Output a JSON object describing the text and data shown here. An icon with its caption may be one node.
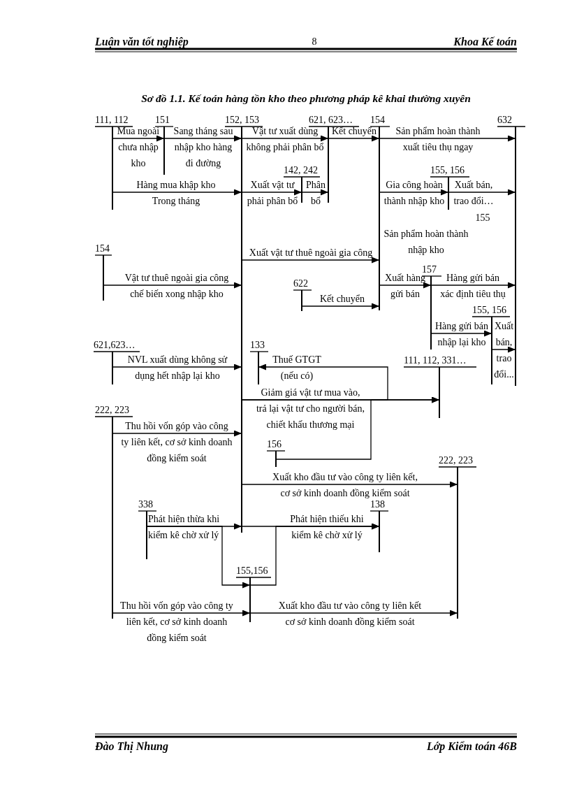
{
  "diagram": {
    "title": "Sơ đồ 1.1. Kế toán hàng tồn kho theo phương pháp kê khai thường xuyên",
    "nodes": [
      {
        "text": [
          "111, 112"
        ]
      },
      {
        "text": [
          "151"
        ]
      },
      {
        "text": [
          "152, 153"
        ]
      },
      {
        "text": [
          "621, 623…"
        ]
      },
      {
        "text": [
          "154"
        ]
      },
      {
        "text": [
          "632"
        ]
      },
      {
        "text": [
          "142, 242"
        ]
      },
      {
        "text": [
          "155, 156"
        ]
      },
      {
        "text": [
          "154"
        ]
      },
      {
        "text": [
          "157"
        ]
      },
      {
        "text": [
          "622"
        ]
      },
      {
        "text": [
          "155, 156"
        ]
      },
      {
        "text": [
          "621,623…"
        ]
      },
      {
        "text": [
          "133"
        ]
      },
      {
        "text": [
          "111, 112, 331…"
        ]
      },
      {
        "text": [
          "222, 223"
        ]
      },
      {
        "text": [
          "156"
        ]
      },
      {
        "text": [
          "222, 223"
        ]
      },
      {
        "text": [
          "338"
        ]
      },
      {
        "text": [
          "138"
        ]
      },
      {
        "text": [
          "155,156"
        ]
      }
    ],
    "edges": [
      {
        "from": 0,
        "to": 1,
        "arrow": "to",
        "label": "Mua ngoài chưa nhập kho"
      },
      {
        "from": 1,
        "to": 2,
        "arrow": "to",
        "label": "Sang tháng sau nhập kho hàng đi đường"
      },
      {
        "from": 0,
        "to": 2,
        "arrow": "to",
        "label": "Hàng mua khập kho Trong tháng"
      },
      {
        "from": 2,
        "to": 3,
        "arrow": "to",
        "label": "Vật tư xuất dùng không phải phân bổ"
      },
      {
        "from": 2,
        "to": 6,
        "arrow": "to",
        "label": "Xuất vật tư phải phân bổ"
      },
      {
        "from": 6,
        "to": 3,
        "arrow": "to",
        "label": "Phân bổ"
      },
      {
        "from": 3,
        "to": 4,
        "arrow": "to",
        "label": "Kết chuyển"
      },
      {
        "from": 4,
        "to": 5,
        "arrow": "to",
        "label": "Sản phẩm hoàn thành xuất tiêu thụ ngay"
      },
      {
        "from": 4,
        "to": 7,
        "arrow": "to",
        "label": "Gia công hoàn thành nhập kho"
      },
      {
        "from": 7,
        "to": 5,
        "arrow": "to",
        "label": "Xuất bán, trao đổi…"
      },
      {
        "from": 2,
        "to": 4,
        "arrow": "to",
        "label": "Xuất vật tư thuê ngoài gia công"
      },
      {
        "from": 8,
        "to": 2,
        "arrow": "to",
        "label": "Vật tư thuê ngoài gia công chế biến xong nhập kho"
      },
      {
        "from": 10,
        "to": 4,
        "arrow": "to",
        "label": "Kết chuyển"
      },
      {
        "from": 4,
        "to": 9,
        "arrow": "to",
        "label": "Xuất hàng gửi bán"
      },
      {
        "from": 9,
        "to": 5,
        "arrow": "to",
        "label": "Hàng gửi bán xác định tiêu thụ"
      },
      {
        "from": 9,
        "to": 11,
        "arrow": "to",
        "label": "Hàng gửi bán nhập lại kho"
      },
      {
        "from": 11,
        "to": 5,
        "arrow": "to",
        "label": "Xuất bán, trao đổi..."
      },
      {
        "from": 12,
        "to": 2,
        "arrow": "to",
        "label": "NVL xuất dùng không sử dụng hết nhập lại kho"
      },
      {
        "from": 2,
        "to": 14,
        "arrow": "to",
        "label": "Giảm giá vật tư mua vào, trả lại vật tư cho người bán, chiết khấu thương mại"
      },
      {
        "from": 2,
        "to": 13,
        "arrow": "to",
        "label": "Thuế GTGT (nếu có)"
      },
      {
        "from": 16,
        "to": 14,
        "arrow": "to"
      },
      {
        "from": 15,
        "to": 2,
        "arrow": "to",
        "label": "Thu hồi vốn góp vào công ty liên kết, cơ sở kinh doanh đồng kiểm soát"
      },
      {
        "from": 2,
        "to": 17,
        "arrow": "to",
        "label": "Xuất kho đầu tư vào công ty liên kết, cơ sở kinh doanh đồng kiểm soát"
      },
      {
        "from": 18,
        "to": 2,
        "arrow": "to",
        "label": "Phát hiện thừa khi kiểm kê chờ xử lý"
      },
      {
        "from": 18,
        "to": 20,
        "arrow": "to"
      },
      {
        "from": 2,
        "to": 19,
        "arrow": "to",
        "label": "Phát hiện thiếu khi kiểm kê chờ xử lý"
      },
      {
        "from": 20,
        "to": 19,
        "arrow": "to"
      },
      {
        "from": 15,
        "to": 20,
        "arrow": "to",
        "label": "Thu hồi vốn góp vào công ty liên kết, cơ sở kinh doanh đồng kiểm soát"
      },
      {
        "from": 20,
        "to": 17,
        "arrow": "to",
        "label": "Xuất kho đầu tư vào công ty liên kết cơ sở kinh doanh đồng kiểm soát"
      }
    ],
    "labels": [
      "Luận văn tốt nghiệp",
      "8",
      "Khoa Kế toán",
      "155",
      "Sản phẩm hoàn thành nhập kho",
      "Đào Thị Nhung",
      "Lớp Kiểm toán 46B"
    ]
  }
}
